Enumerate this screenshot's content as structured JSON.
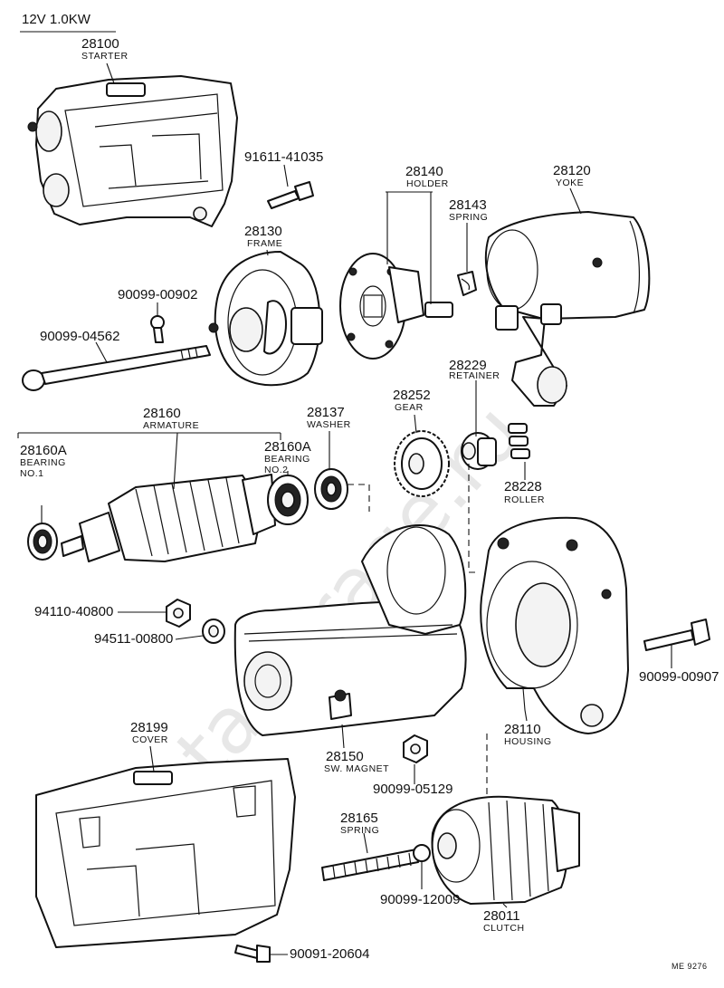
{
  "header": {
    "spec": "12V 1.0KW"
  },
  "watermark": "ToyotaGarage.ru",
  "footer_code": "ME 9276",
  "parts": {
    "starter": {
      "number": "28100",
      "name": "STARTER"
    },
    "bolt_91611": {
      "number": "91611-41035"
    },
    "holder": {
      "number": "28140",
      "name": "HOLDER"
    },
    "yoke": {
      "number": "28120",
      "name": "YOKE"
    },
    "spring_brush": {
      "number": "28143",
      "name": "SPRING"
    },
    "frame": {
      "number": "28130",
      "name": "FRAME"
    },
    "screw_90099_00902": {
      "number": "90099-00902"
    },
    "bolt_90099_04562": {
      "number": "90099-04562"
    },
    "retainer": {
      "number": "28229",
      "name": "RETAINER"
    },
    "gear": {
      "number": "28252",
      "name": "GEAR"
    },
    "armature": {
      "number": "28160",
      "name": "ARMATURE"
    },
    "washer": {
      "number": "28137",
      "name": "WASHER"
    },
    "bearing_no1": {
      "number": "28160A",
      "name1": "BEARING",
      "name2": "NO.1"
    },
    "bearing_no2": {
      "number": "28160A",
      "name1": "BEARING",
      "name2": "NO.2"
    },
    "roller": {
      "number": "28228",
      "name": "ROLLER"
    },
    "nut_94110": {
      "number": "94110-40800"
    },
    "washer_94511": {
      "number": "94511-00800"
    },
    "bolt_90099_00907": {
      "number": "90099-00907"
    },
    "cover": {
      "number": "28199",
      "name": "COVER"
    },
    "housing": {
      "number": "28110",
      "name": "HOUSING"
    },
    "sw_magnet": {
      "number": "28150",
      "name": "SW. MAGNET"
    },
    "nut_90099_05129": {
      "number": "90099-05129"
    },
    "spring_clutch": {
      "number": "28165",
      "name": "SPRING"
    },
    "ball_90099_12009": {
      "number": "90099-12009"
    },
    "clutch": {
      "number": "28011",
      "name": "CLUTCH"
    },
    "bolt_90091_20604": {
      "number": "90091-20604"
    }
  }
}
